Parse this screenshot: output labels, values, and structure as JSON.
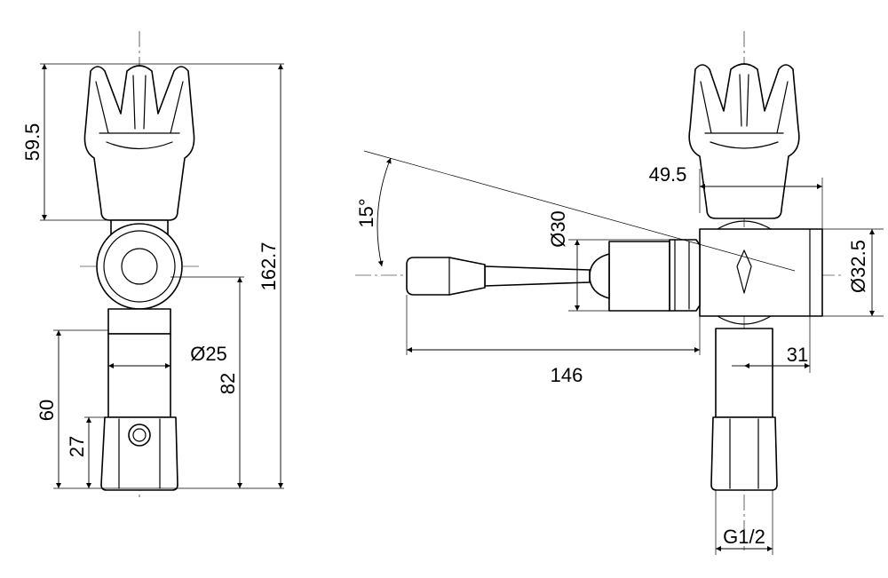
{
  "dimensions": {
    "crown_height": "59.5",
    "overall_height": "162.7",
    "pipe_diameter": "Ø25",
    "lower_height": "82",
    "inlet_height": "60",
    "hex_height": "27",
    "angle": "15°",
    "handle_diameter": "Ø30",
    "crown_width": "49.5",
    "body_diameter": "Ø32.5",
    "handle_length": "146",
    "offset": "31",
    "thread": "G1/2"
  }
}
